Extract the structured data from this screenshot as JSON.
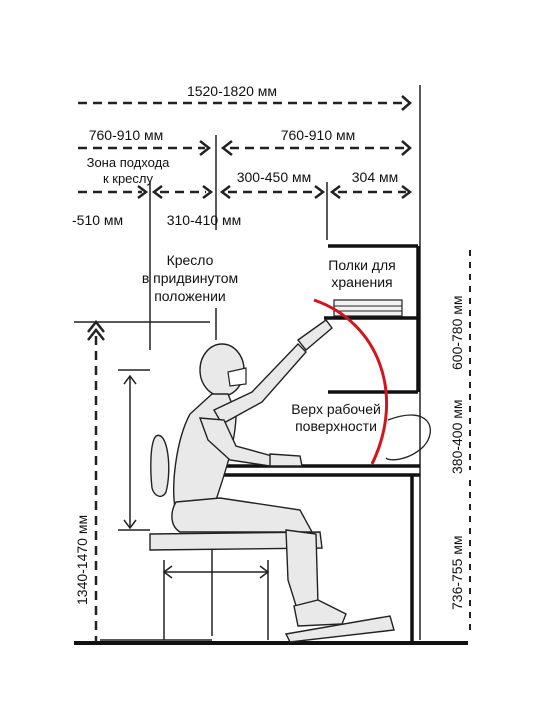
{
  "dimensions": {
    "total_depth": "1520-1820 мм",
    "left_half": "760-910 мм",
    "right_half": "760-910 мм",
    "approach_zone": "Зона подхода к креслу",
    "approach_zone_line1": "Зона подхода",
    "approach_zone_line2": "к креслу",
    "desk_reach": "300-450 мм",
    "shelf_depth": "304 мм",
    "approach_width": "-510 мм",
    "chair_zone": "310-410 мм",
    "shelf_height": "600-780 мм",
    "work_to_shelf": "380-400 мм",
    "desk_height": "736-755 мм",
    "eye_height": "1340-1470 мм"
  },
  "labels": {
    "chair_line1": "Кресло",
    "chair_line2": "в придвинутом",
    "chair_line3": "положении",
    "shelves_line1": "Полки для",
    "shelves_line2": "хранения",
    "work_surface_line1": "Верх рабочей",
    "work_surface_line2": "поверхности"
  },
  "colors": {
    "reach_arc": "#d3141c",
    "ink": "#222222",
    "figure_fill": "#e9e9e9"
  }
}
